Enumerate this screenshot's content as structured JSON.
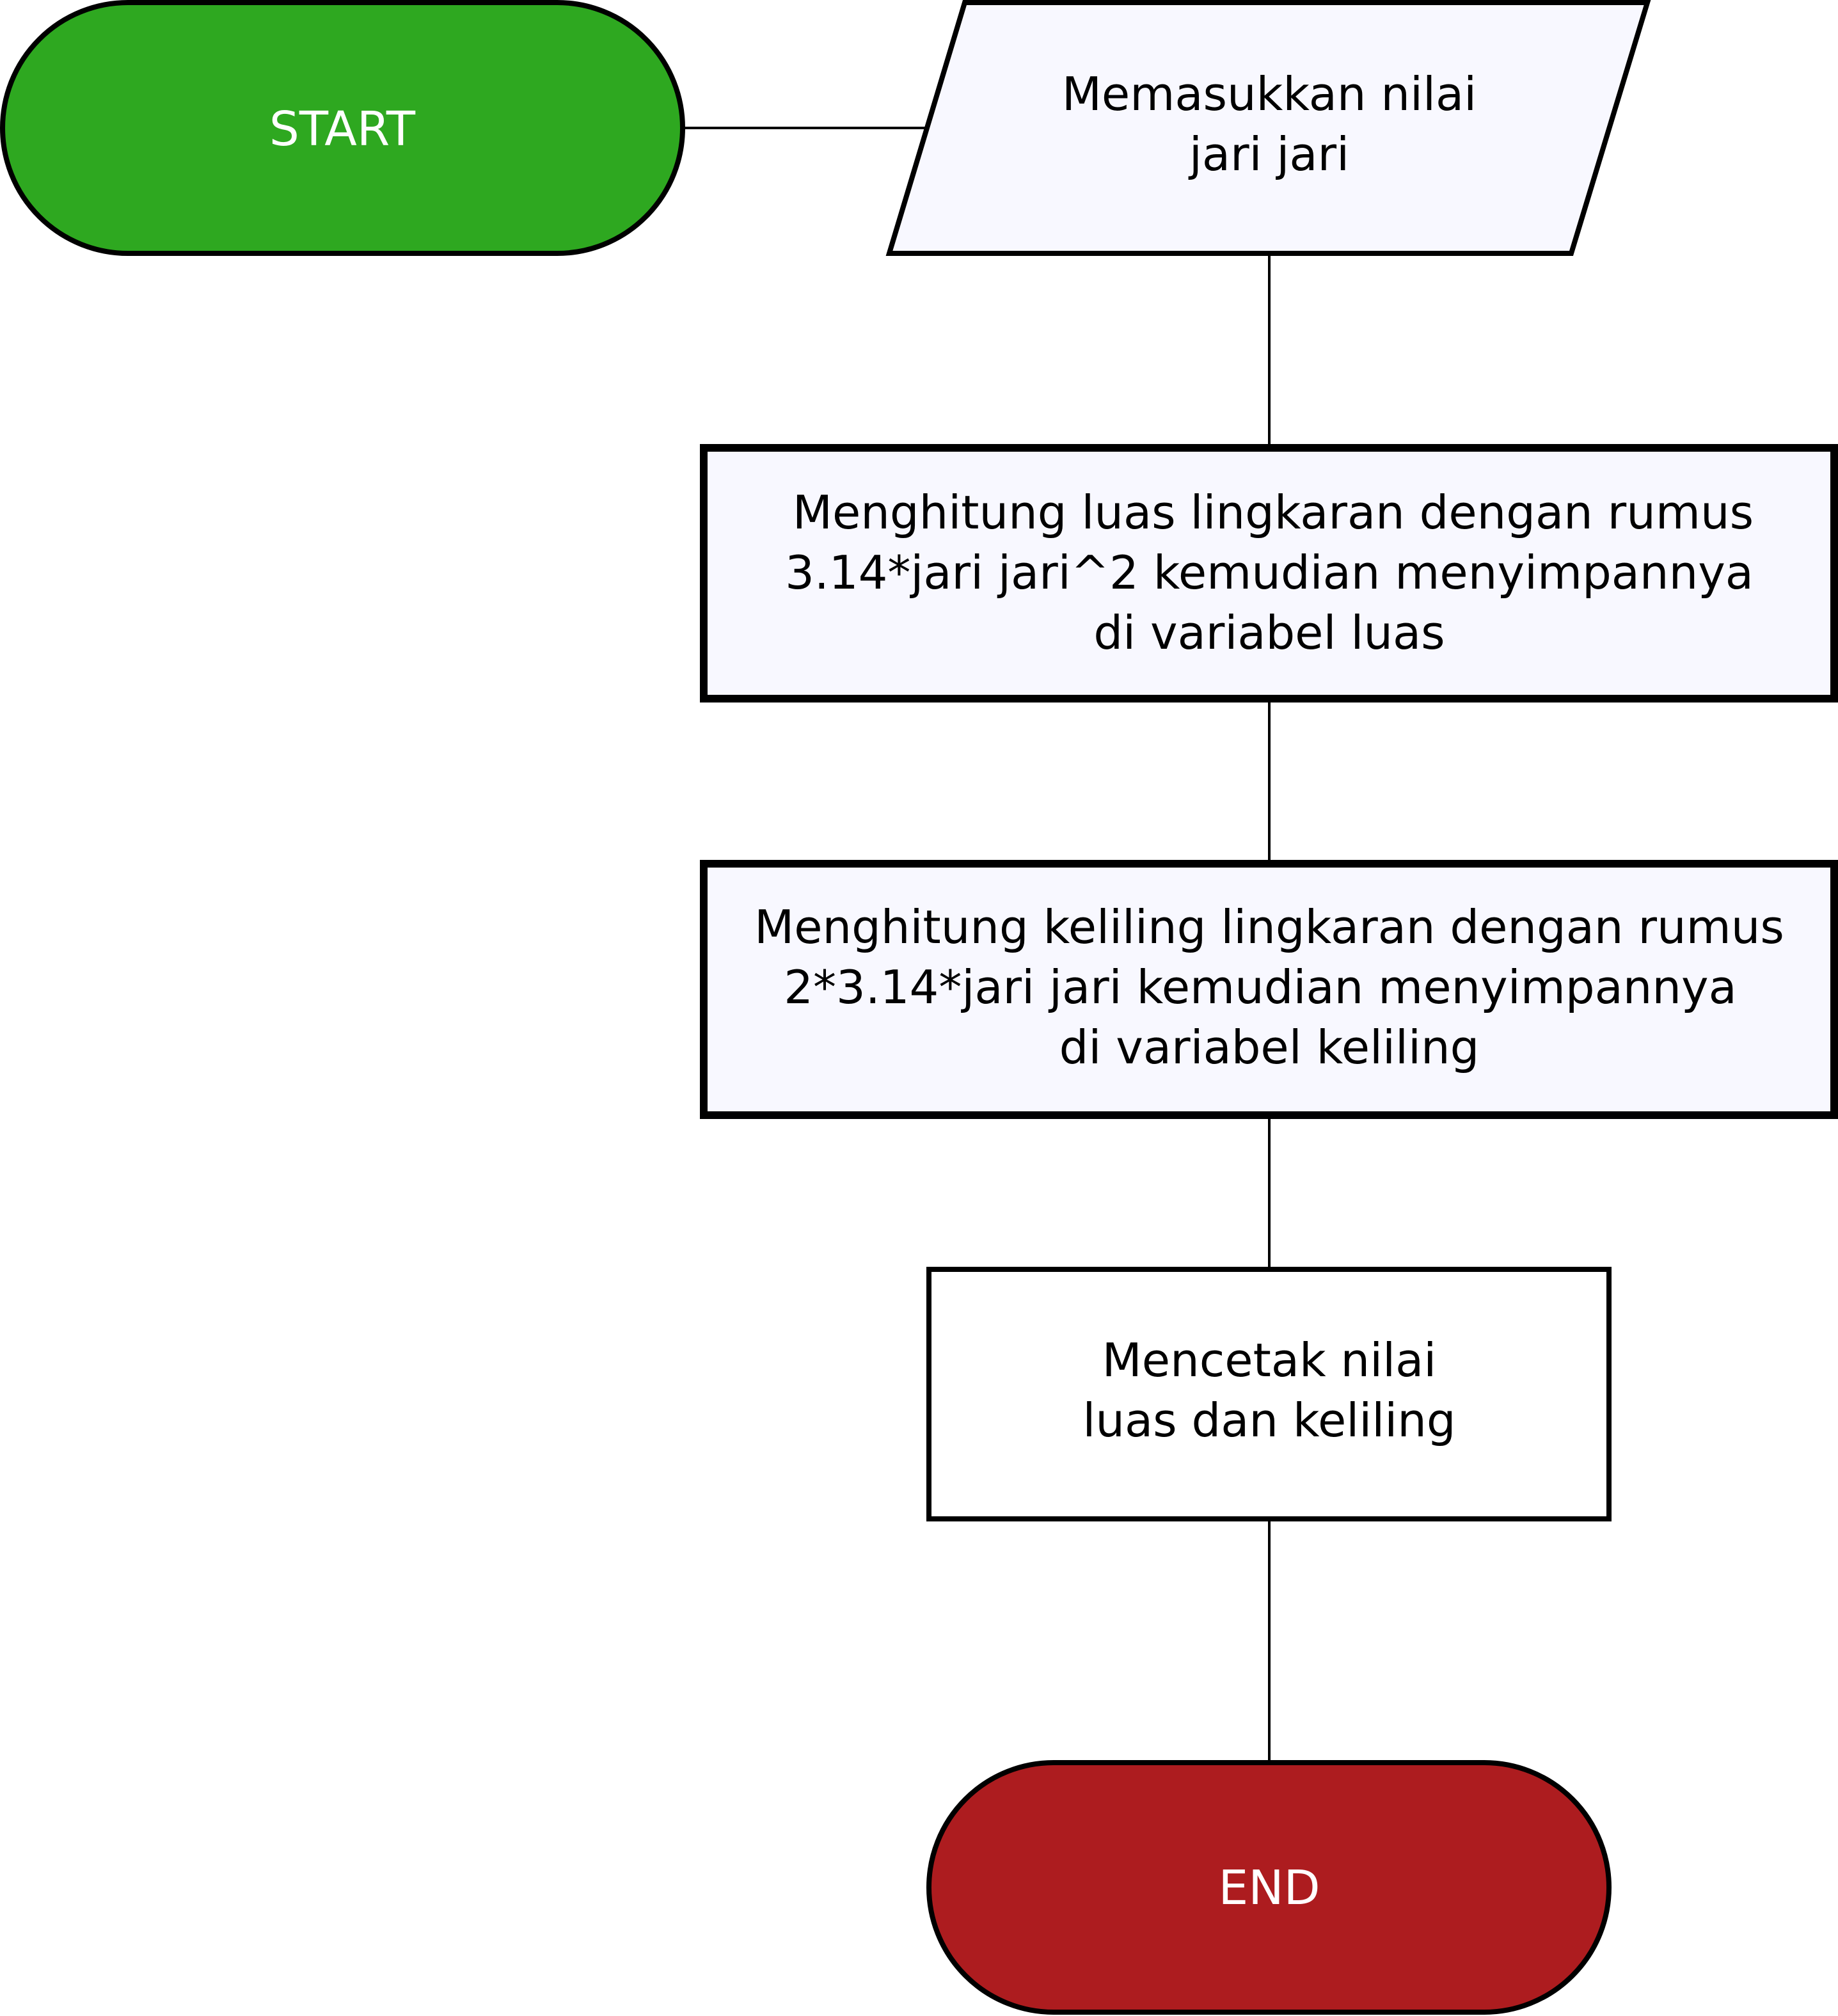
{
  "colors": {
    "start_fill": "#2EA820",
    "end_fill": "#AD1C1F",
    "box_fill": "#F8F8FF",
    "print_fill": "#FFFFFF",
    "stroke": "#000000"
  },
  "nodes": {
    "start": {
      "label": "START"
    },
    "input": {
      "line1": "Memasukkan nilai",
      "line2": "jari jari"
    },
    "calc_area": {
      "line1": "Menghitung luas lingkaran dengan rumus",
      "line2": "3.14*jari jari^2 kemudian menyimpannya",
      "line3": "di variabel luas"
    },
    "calc_circumference": {
      "line1": "Menghitung keliling lingkaran dengan rumus",
      "line2": "2*3.14*jari jari kemudian menyimpannya",
      "line3": "di variabel keliling"
    },
    "output": {
      "line1": "Mencetak nilai",
      "line2": "luas dan keliling"
    },
    "end": {
      "label": "END"
    }
  }
}
